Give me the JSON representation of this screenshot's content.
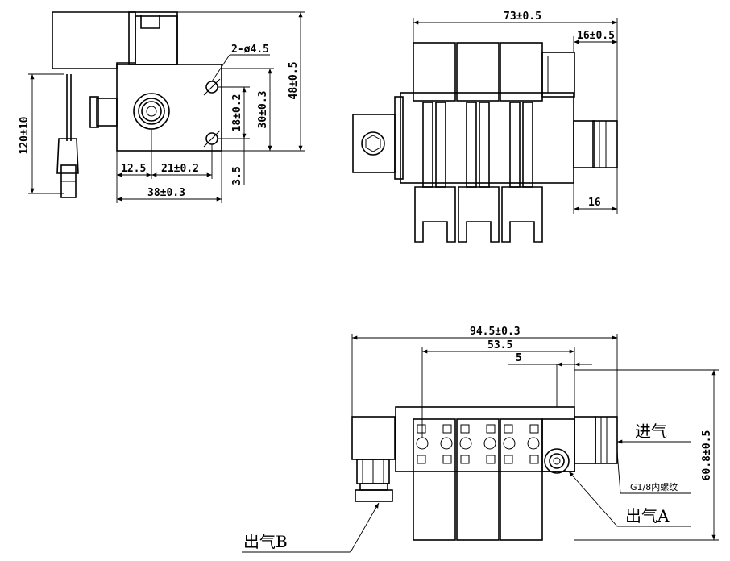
{
  "views": {
    "side": {
      "dims": {
        "holes": "2-ø4.5",
        "d48": "48±0.5",
        "d30": "30±0.3",
        "d18": "18±0.2",
        "d120": "120±10",
        "d12_5": "12.5",
        "d21": "21±0.2",
        "d3_5": "3.5",
        "d38": "38±0.3"
      }
    },
    "top": {
      "dims": {
        "d73": "73±0.5",
        "d16a": "16±0.5",
        "d16b": "16"
      }
    },
    "front": {
      "dims": {
        "d94_5": "94.5±0.3",
        "d53_5": "53.5",
        "d5": "5",
        "d60_8": "60.8±0.5"
      },
      "labels": {
        "inlet": "进气",
        "thread": "G1/8内螺纹",
        "outlet_a": "出气A",
        "outlet_b": "出气B"
      }
    }
  }
}
